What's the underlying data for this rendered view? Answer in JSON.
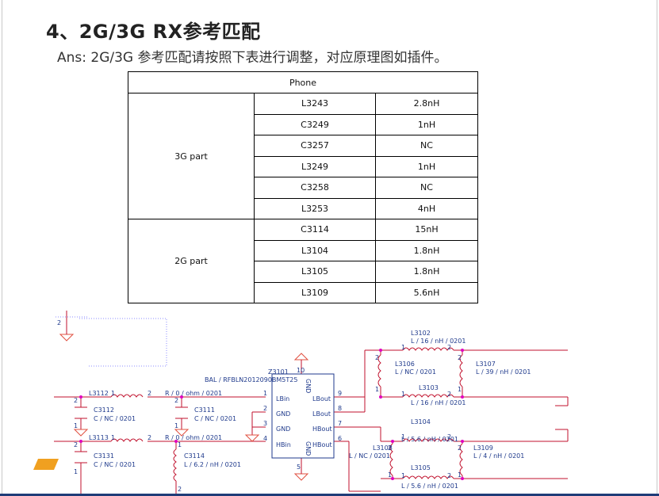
{
  "slide": {
    "title": "4、2G/3G RX参考匹配",
    "subtitle": "Ans: 2G/3G 参考匹配请按照下表进行调整，对应原理图如插件。"
  },
  "table": {
    "header": "Phone",
    "groups": [
      {
        "name": "3G part",
        "rows": [
          {
            "part": "L3243",
            "value": "2.8nH"
          },
          {
            "part": "C3249",
            "value": "1nH"
          },
          {
            "part": "C3257",
            "value": "NC"
          },
          {
            "part": "L3249",
            "value": "1nH"
          },
          {
            "part": "C3258",
            "value": "NC"
          },
          {
            "part": "L3253",
            "value": "4nH"
          }
        ]
      },
      {
        "name": "2G part",
        "rows": [
          {
            "part": "C3114",
            "value": "15nH"
          },
          {
            "part": "L3104",
            "value": "1.8nH"
          },
          {
            "part": "L3105",
            "value": "1.8nH"
          },
          {
            "part": "L3109",
            "value": "5.6nH"
          }
        ]
      }
    ]
  },
  "schematic": {
    "top_pin": "2",
    "chip": {
      "ref": "Z3101",
      "part": "BAL / RFBLN2012090BM5T25",
      "gnd_top": "GND",
      "gnd_bottom": "GND",
      "pins_left": [
        "LBin",
        "GND",
        "GND",
        "HBin"
      ],
      "pins_right": [
        "LBout",
        "LBout",
        "HBout",
        "HBout"
      ],
      "pin_numbers": {
        "p1": "1",
        "p2": "2",
        "p3": "3",
        "p4": "4",
        "p5": "5",
        "p6": "6",
        "p7": "7",
        "p8": "8",
        "p9": "9",
        "p10": "10"
      }
    },
    "components": {
      "l3112": {
        "ref": "L3112",
        "pin1": "1",
        "pin2": "2",
        "value": "R / 0 / ohm / 0201"
      },
      "l3113": {
        "ref": "L3113",
        "pin1": "1",
        "pin2": "2",
        "value": "R / 0 / ohm / 0201"
      },
      "c3112": {
        "ref": "C3112",
        "value": "C / NC / 0201"
      },
      "c3111": {
        "ref": "C3111",
        "value": "C / NC / 0201"
      },
      "c3131": {
        "ref": "C3131",
        "value": "C / NC / 0201"
      },
      "c3114": {
        "ref": "C3114",
        "value": "L / 6.2 / nH / 0201"
      },
      "l3102": {
        "ref": "L3102",
        "value": "L / 16 / nH / 0201"
      },
      "l3103": {
        "ref": "L3103",
        "value": "L / 16 / nH / 0201"
      },
      "l3106": {
        "ref": "L3106",
        "value": "L / NC / 0201"
      },
      "l3107": {
        "ref": "L3107",
        "value": "L / 39 / nH / 0201"
      },
      "l3104": {
        "ref": "L3104",
        "value": "L / 5.6 / nH / 0201"
      },
      "l3105": {
        "ref": "L3105",
        "value": "L / 5.6 / nH / 0201"
      },
      "l3108": {
        "ref": "L3108",
        "value": "L / NC / 0201"
      },
      "l3109": {
        "ref": "L3109",
        "value": "L / 4 / nH / 0201"
      }
    },
    "pin_labels": {
      "one": "1",
      "two": "2"
    }
  },
  "colors": {
    "wire": "#c0102c",
    "label": "#1f3a8c",
    "ground": "#e05040",
    "dot": "#e000c0",
    "accent_bar": "#1f3c78",
    "logo": "#f0a020"
  },
  "icons": [
    "ground-icon",
    "logo-icon"
  ]
}
